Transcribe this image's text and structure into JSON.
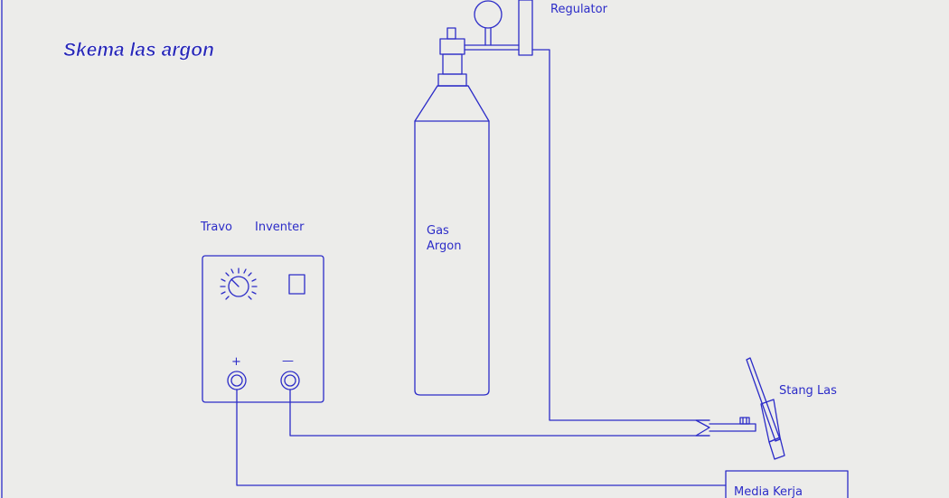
{
  "title": "Skema las argon",
  "labels": {
    "regulator": "Regulator",
    "travo": "Travo",
    "inventer": "Inventer",
    "gas": "Gas",
    "argon": "Argon",
    "stang_las": "Stang Las",
    "media_kerja": "Media Kerja",
    "plus": "+",
    "minus": "—"
  },
  "colors": {
    "background": "#ececea",
    "line": "#2c2cc8",
    "title_fill": "#2a2ab8",
    "title_outline": "#ffffff"
  }
}
